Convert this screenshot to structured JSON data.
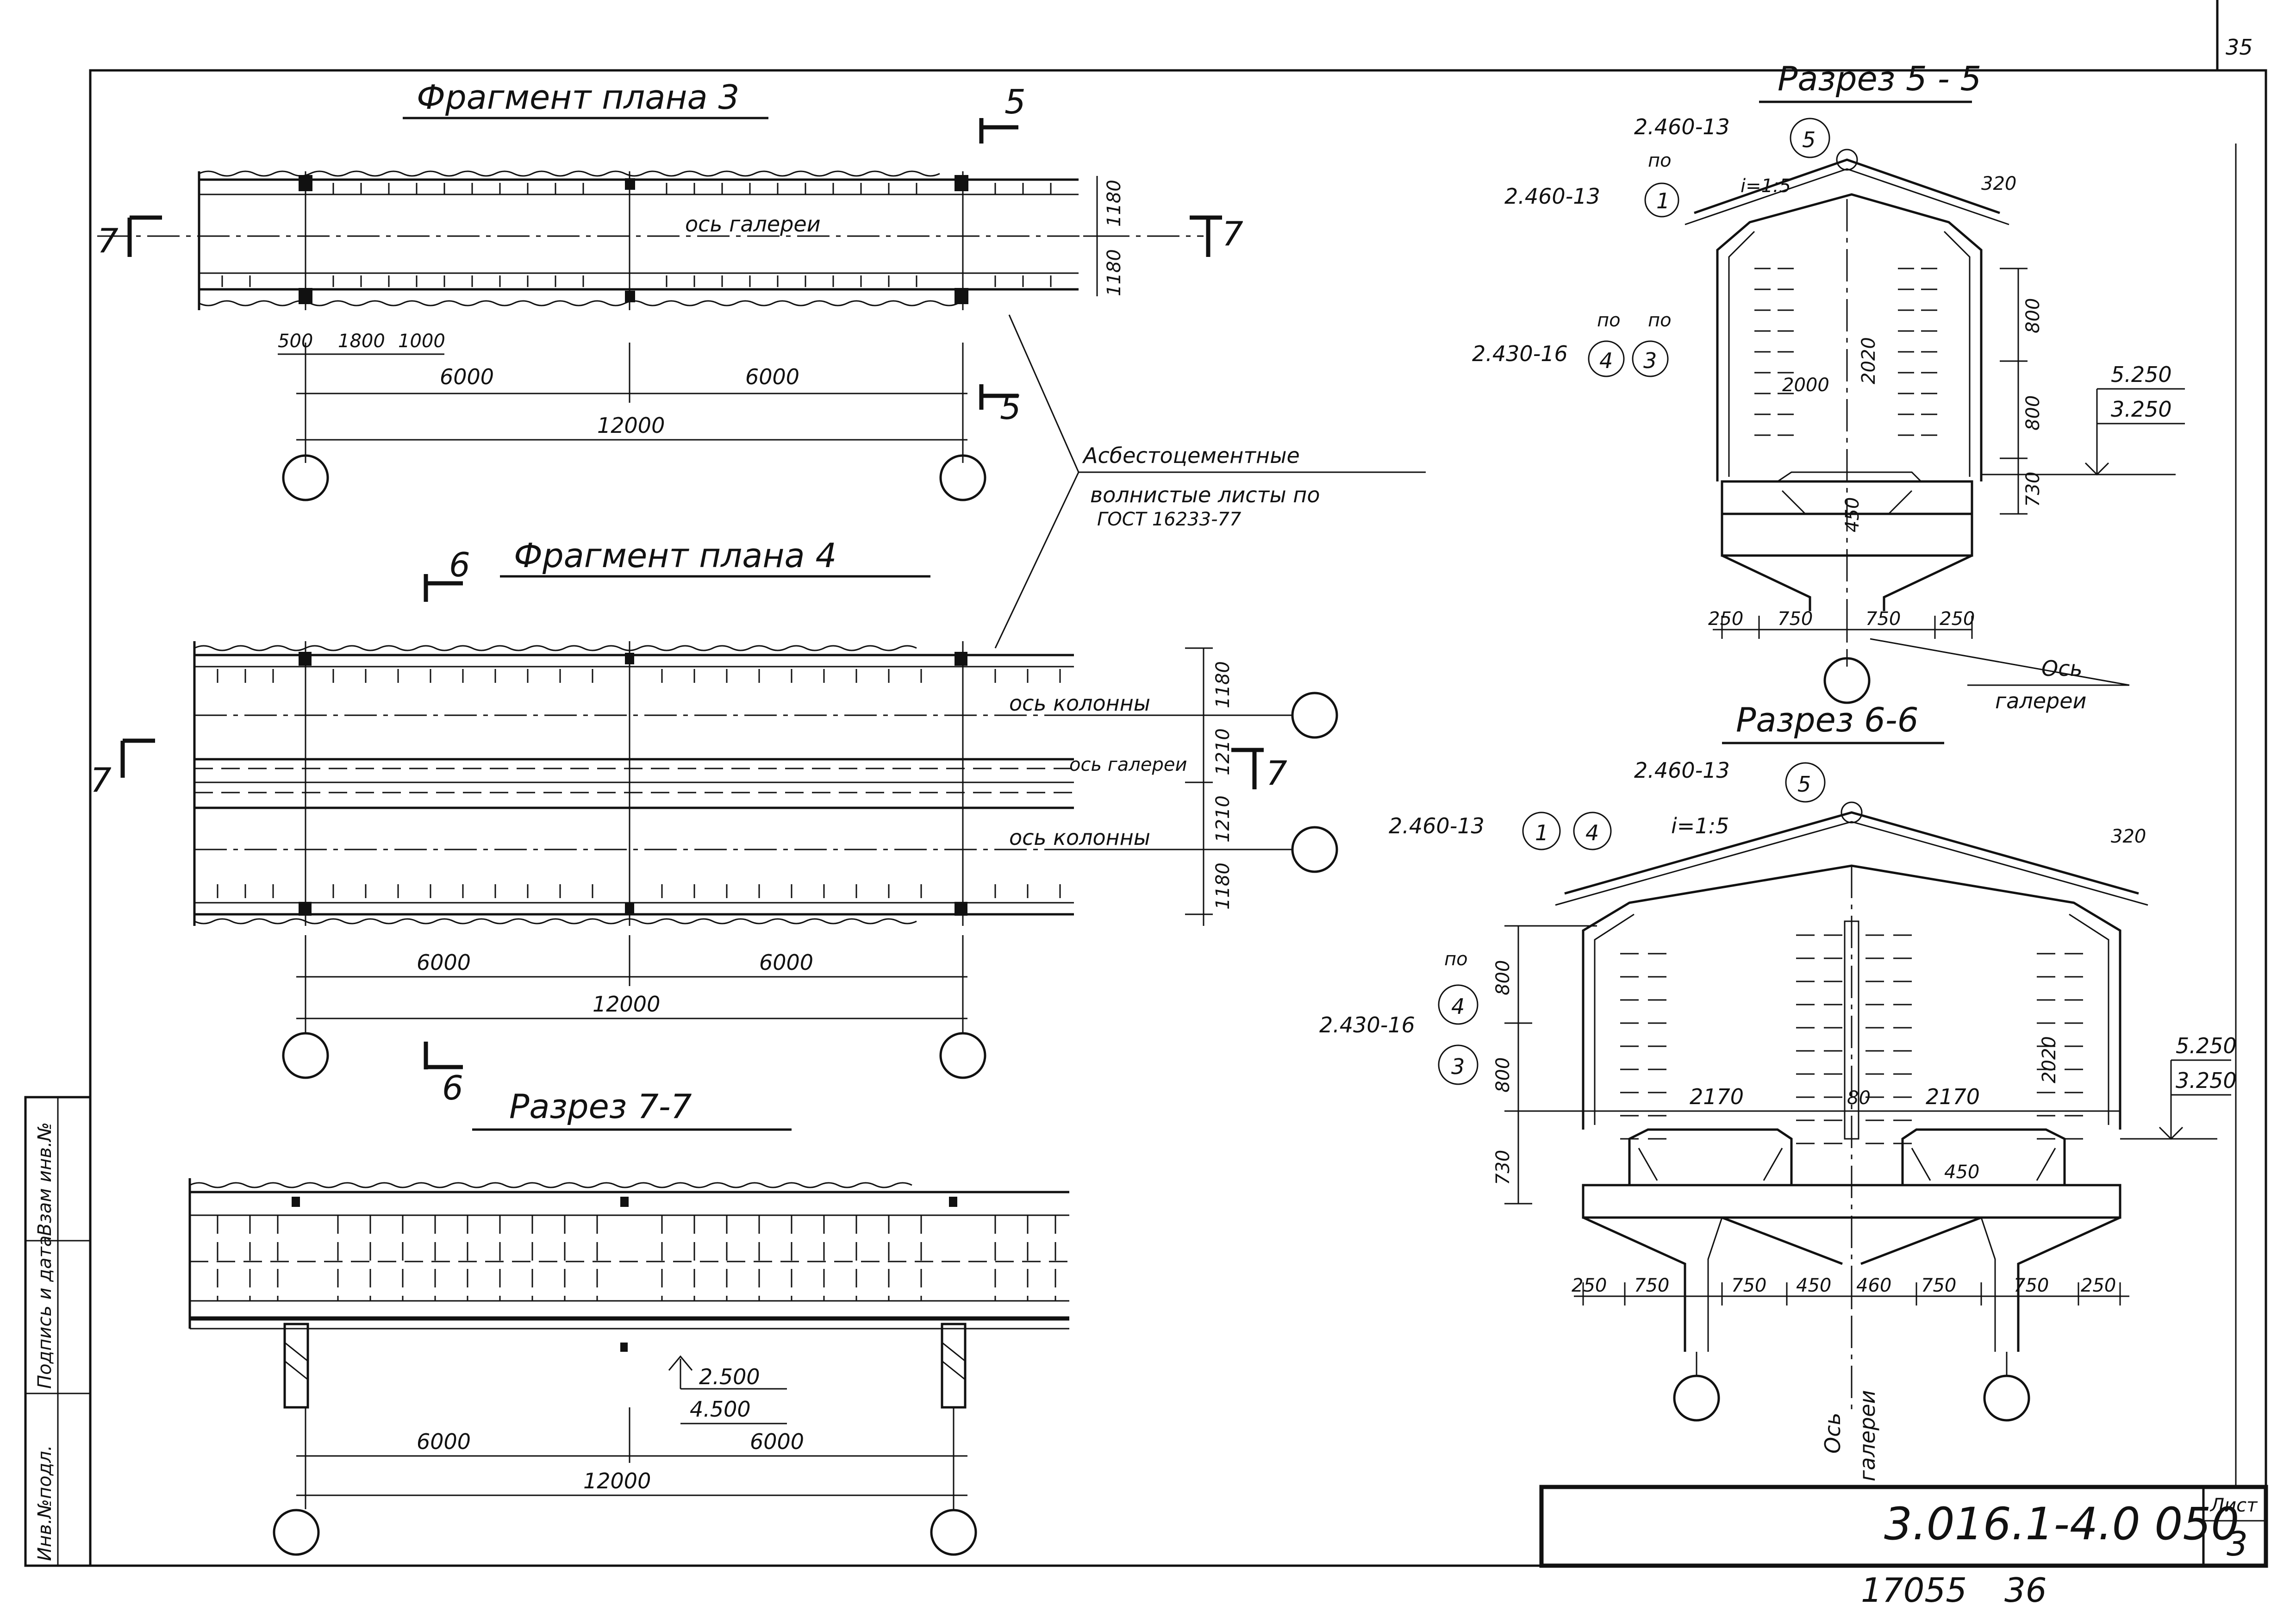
{
  "sheet": {
    "corner_number": "35",
    "document_code": "3.016.1-4.0 050",
    "sheet_label": "Лист",
    "sheet_number": "3",
    "inventory": "17055",
    "page": "36",
    "side_stamp": [
      "Инв.№подл.",
      "Подпись и дата",
      "Взам инв.№"
    ]
  },
  "plan3": {
    "title": "Фрагмент плана 3",
    "section_marks": [
      "5",
      "5",
      "7",
      "7"
    ],
    "axis_label": "ось галереи",
    "dims_top": [
      "500",
      "1800",
      "1000"
    ],
    "dims_spans": [
      "6000",
      "6000"
    ],
    "dim_total": "12000",
    "dims_side": [
      "1180",
      "1180"
    ]
  },
  "callout": {
    "lines": [
      "Асбестоцементные",
      "волнистые листы по",
      "ГОСТ 16233-77"
    ]
  },
  "plan4": {
    "title": "Фрагмент плана 4",
    "section_marks": [
      "6",
      "6",
      "7",
      "7"
    ],
    "labels": [
      "ось колонны",
      "ось галереи",
      "ось колонны"
    ],
    "dims_side": [
      "1180",
      "1210",
      "1210",
      "1180"
    ],
    "dims_spans": [
      "6000",
      "6000"
    ],
    "dim_total": "12000"
  },
  "section77": {
    "title": "Разрез 7-7",
    "levels": [
      "2.500",
      "4.500"
    ],
    "dims_spans": [
      "6000",
      "6000"
    ],
    "dim_total": "12000"
  },
  "section55": {
    "title": "Разрез 5 - 5",
    "refs": [
      "2.460-13",
      "2.460-13",
      "2.430-16"
    ],
    "ref_prefixes": [
      "по",
      "по",
      "по"
    ],
    "markers": [
      "5",
      "1",
      "4",
      "3"
    ],
    "slope": "i=1:5",
    "dims": [
      "320",
      "2000",
      "2020",
      "800",
      "800",
      "730",
      "450"
    ],
    "dims_bottom": [
      "250",
      "750",
      "750",
      "250"
    ],
    "levels": [
      "5.250",
      "3.250"
    ],
    "axis_label": [
      "Ось",
      "галереи"
    ]
  },
  "section66": {
    "title": "Разрез 6-6",
    "refs": [
      "2.460-13",
      "2.460-13",
      "2.430-16"
    ],
    "ref_prefix": "по",
    "markers": [
      "5",
      "1",
      "4",
      "4",
      "3"
    ],
    "slope": "i=1:5",
    "dims": [
      "320",
      "800",
      "800",
      "730",
      "2170",
      "80",
      "2170",
      "2020",
      "450"
    ],
    "dims_bottom": [
      "250",
      "750",
      "750",
      "450",
      "460",
      "750",
      "750",
      "250"
    ],
    "levels": [
      "5.250",
      "3.250"
    ],
    "axis_label": [
      "Ось",
      "галереи"
    ]
  }
}
